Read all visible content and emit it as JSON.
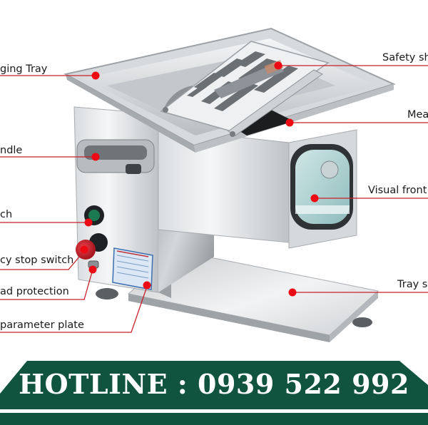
{
  "labels": {
    "left": [
      {
        "id": "tray",
        "text": "ging Tray"
      },
      {
        "id": "handle",
        "text": "ndle"
      },
      {
        "id": "switch",
        "text": "ch"
      },
      {
        "id": "emergency",
        "text": "cy stop switch"
      },
      {
        "id": "overload",
        "text": "ad protection"
      },
      {
        "id": "plate",
        "text": "parameter plate"
      }
    ],
    "right": [
      {
        "id": "safety",
        "text": "Safety sh"
      },
      {
        "id": "meat",
        "text": "Mea"
      },
      {
        "id": "visual",
        "text": "Visual front"
      },
      {
        "id": "traysupport",
        "text": "Tray s"
      }
    ]
  },
  "banner": {
    "text": "HOTLINE : 0939 522 992",
    "color": "#105440",
    "stripe_color": "#ffffff"
  },
  "colors": {
    "callout_line": "#c8202a",
    "callout_dot": "#ee0a14",
    "steel_light": "#eceef0",
    "steel_mid": "#bfc3c7",
    "steel_dark": "#7d8287",
    "window_glass": "#a9d2d2"
  },
  "icons": {
    "callout": "red-dot"
  }
}
